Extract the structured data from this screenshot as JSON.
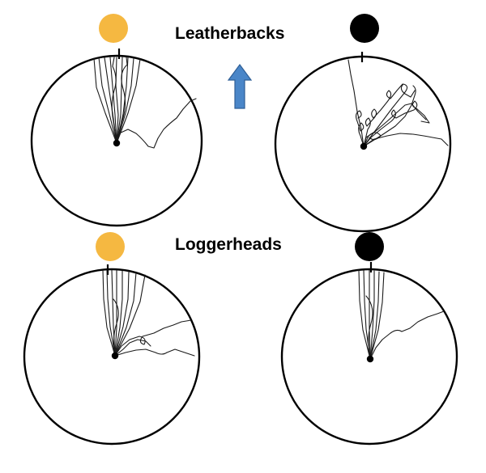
{
  "labels": {
    "leatherbacks": "Leatherbacks",
    "loggerheads": "Loggerheads"
  },
  "colors": {
    "light_cue": "#f5b841",
    "dark_cue": "#000000",
    "arrow": "#4a86c8",
    "arrow_outline": "#2f5f96",
    "track": "#1a1a1a"
  },
  "icons": {
    "direction": "up-arrow-icon"
  },
  "panels": [
    {
      "species": "Leatherbacks",
      "condition": "light",
      "cue_color": "#f5b841"
    },
    {
      "species": "Leatherbacks",
      "condition": "dark",
      "cue_color": "#000000"
    },
    {
      "species": "Loggerheads",
      "condition": "light",
      "cue_color": "#f5b841"
    },
    {
      "species": "Loggerheads",
      "condition": "dark",
      "cue_color": "#000000"
    }
  ]
}
